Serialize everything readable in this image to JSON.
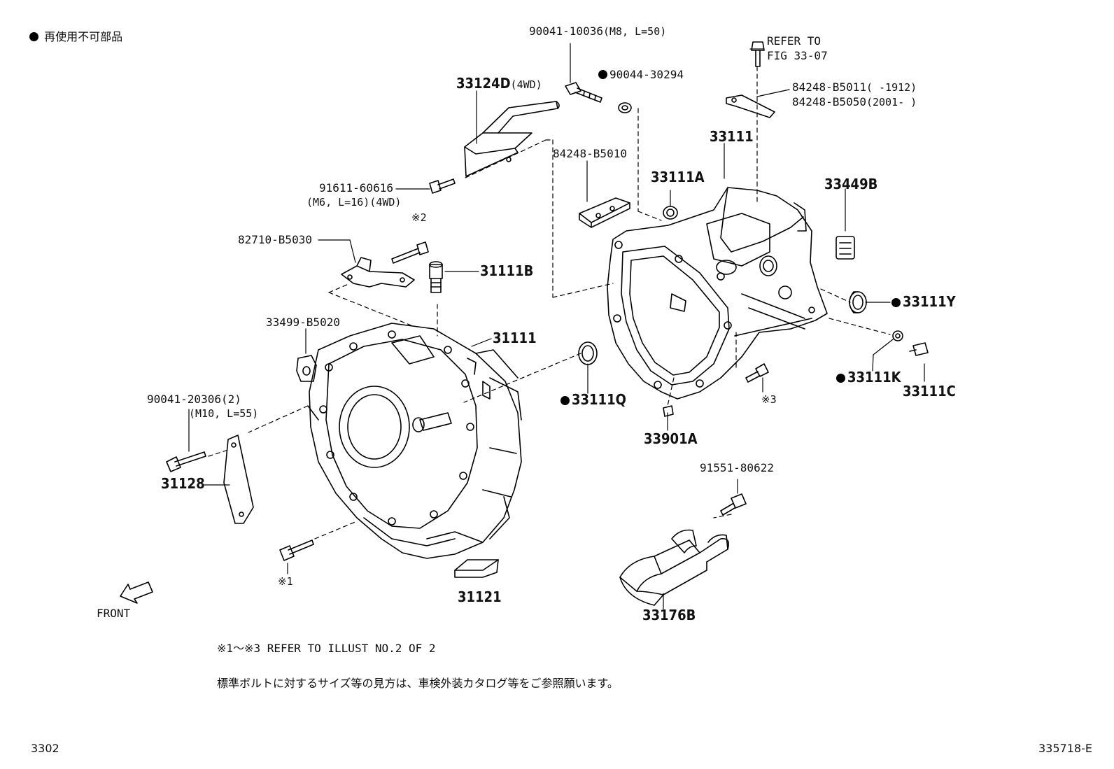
{
  "legend": {
    "text": "再使用不可部品"
  },
  "parts": {
    "p1": "90041-10036",
    "p1_note": "(M8, L=50)",
    "p2": "90044-30294",
    "p3_line1": "REFER TO",
    "p3_line2": "FIG 33-07",
    "p4": "33124D",
    "p4_note": "(4WD)",
    "p5a": "84248-B5011",
    "p5a_note": "(     -1912)",
    "p5b": "84248-B5050",
    "p5b_note": "(2001-     )",
    "p6": "84248-B5010",
    "p7": "33111",
    "p8": "91611-60616",
    "p8_note": "(M6, L=16)(4WD)",
    "p9": "33111A",
    "p10": "33449B",
    "p11": "※2",
    "p12": "82710-B5030",
    "p13": "31111B",
    "p14": "33111Y",
    "p15": "33499-B5020",
    "p16": "31111",
    "p17": "33111K",
    "p18": "33111Q",
    "p19": "33111C",
    "p20": "※3",
    "p21": "90041-20306(2)",
    "p21_note": "(M10, L=55)",
    "p22": "33901A",
    "p23": "31128",
    "p24": "91551-80622",
    "p25": "※1",
    "p26": "31121",
    "p27": "33176B",
    "front": "FRONT"
  },
  "notes": {
    "refer": "※1～※3  REFER TO ILLUST NO.2 OF 2",
    "jp": "標準ボルトに対するサイズ等の見方は、車検外装カタログ等をご参照願います。"
  },
  "footer": {
    "left": "3302",
    "right": "335718-E"
  }
}
